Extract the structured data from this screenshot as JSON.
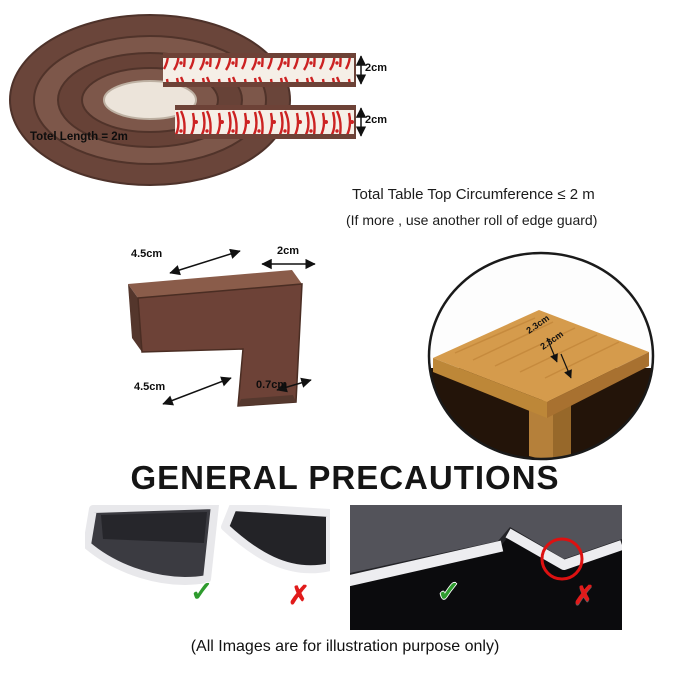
{
  "roll": {
    "length_label": "Totel Length = 2m",
    "strip_top_dim": "2cm",
    "strip_bottom_dim": "2cm"
  },
  "circumference_note": {
    "line1": "Total Table Top Circumference  ≤ 2 m",
    "line2": "(If more , use another roll of edge guard)"
  },
  "corner_guard": {
    "top_length": "4.5cm",
    "top_width": "2cm",
    "bottom_length": "4.5cm",
    "thickness": "0.7cm"
  },
  "table_detail": {
    "edge_dim_1": "2.3cm",
    "edge_dim_2": "2.3cm"
  },
  "precautions": {
    "heading": "GENERAL PRECAUTIONS",
    "check_mark": "✓",
    "cross_mark": "✗"
  },
  "footer": {
    "disclaimer": "(All Images are for illustration purpose only)"
  },
  "colors": {
    "guard_brown": "#6d4237",
    "wood": "#d59b4c",
    "correct_green": "#2e9b2e",
    "wrong_red": "#e11b1b",
    "tape_red": "#cc2222"
  }
}
